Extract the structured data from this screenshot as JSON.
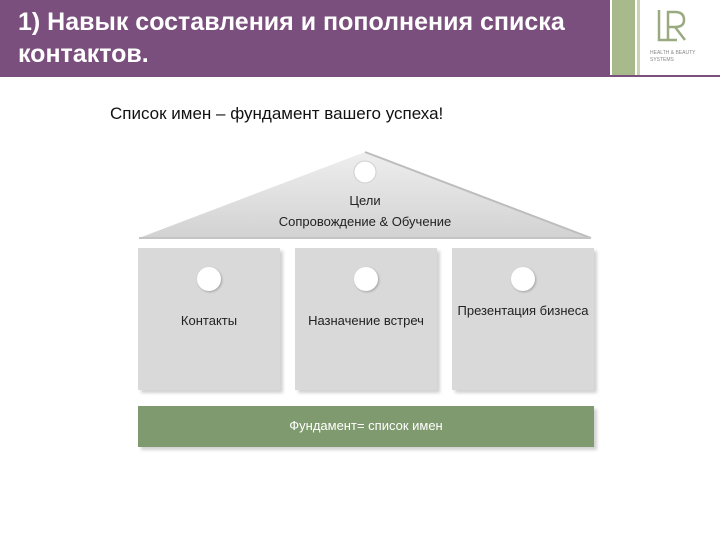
{
  "header": {
    "title": "1) Навык составления и пополнения списка контактов.",
    "logo_icon": "lr-logo-icon",
    "logo_tagline": "HEALTH & BEAUTY SYSTEMS",
    "color": "#7a4f7d",
    "accent_color": "#a8b98c"
  },
  "subtitle": "Список имен – фундамент вашего успеха!",
  "house": {
    "roof": {
      "line1": "Цели",
      "line2": "Сопровождение & Обучение"
    },
    "pillars": [
      {
        "label": "Контакты"
      },
      {
        "label": "Назначение встреч"
      },
      {
        "label": "Презентация бизнеса"
      }
    ],
    "foundation": {
      "label": "Фундамент= список имен",
      "color": "#7f9a6f"
    },
    "pillar_color": "#d9d9d9"
  }
}
